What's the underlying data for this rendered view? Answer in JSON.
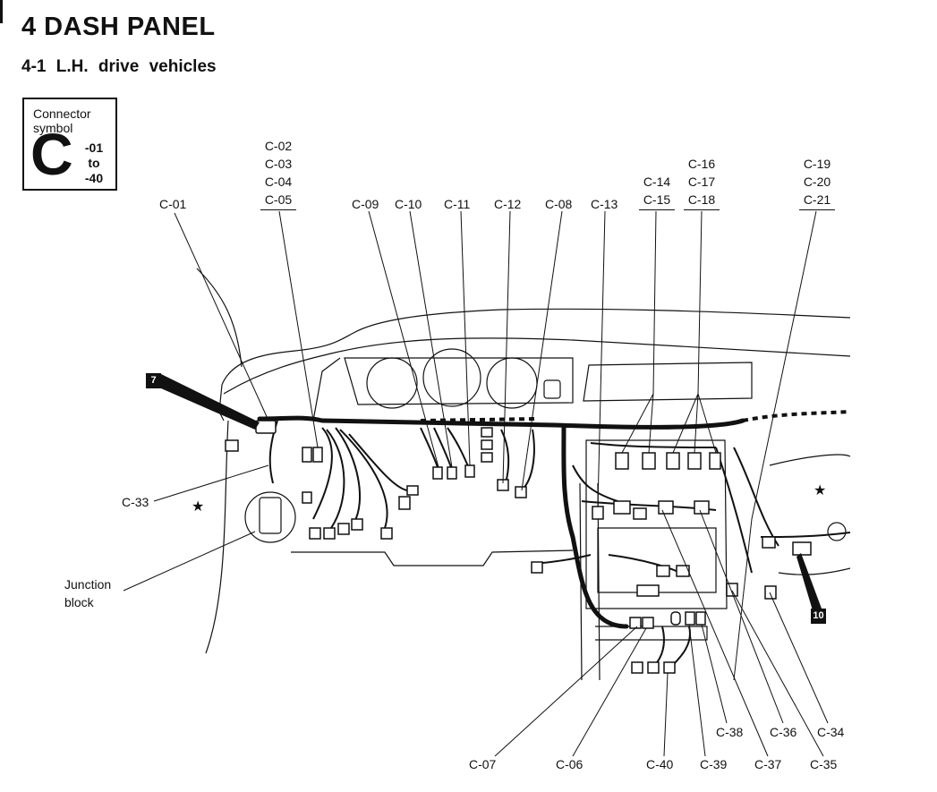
{
  "heading": {
    "title": "4 DASH PANEL",
    "subtitle": "4-1 L.H. drive vehicles"
  },
  "connector_symbol": {
    "label": "Connector symbol",
    "letter": "C",
    "range_start": "-01",
    "range_mid": "to",
    "range_end": "-40"
  },
  "connectors": {
    "c01": "C-01",
    "c02": "C-02",
    "c03": "C-03",
    "c04": "C-04",
    "c05": "C-05",
    "c06": "C-06",
    "c07": "C-07",
    "c08": "C-08",
    "c09": "C-09",
    "c10": "C-10",
    "c11": "C-11",
    "c12": "C-12",
    "c13": "C-13",
    "c14": "C-14",
    "c15": "C-15",
    "c16": "C-16",
    "c17": "C-17",
    "c18": "C-18",
    "c19": "C-19",
    "c20": "C-20",
    "c21": "C-21",
    "c33": "C-33",
    "c34": "C-34",
    "c35": "C-35",
    "c36": "C-36",
    "c37": "C-37",
    "c38": "C-38",
    "c39": "C-39",
    "c40": "C-40"
  },
  "callouts": {
    "junction_block_line1": "Junction",
    "junction_block_line2": "block",
    "marker_7": "7",
    "marker_10": "10",
    "star": "★"
  },
  "colors": {
    "ink": "#111111",
    "background": "#ffffff"
  }
}
